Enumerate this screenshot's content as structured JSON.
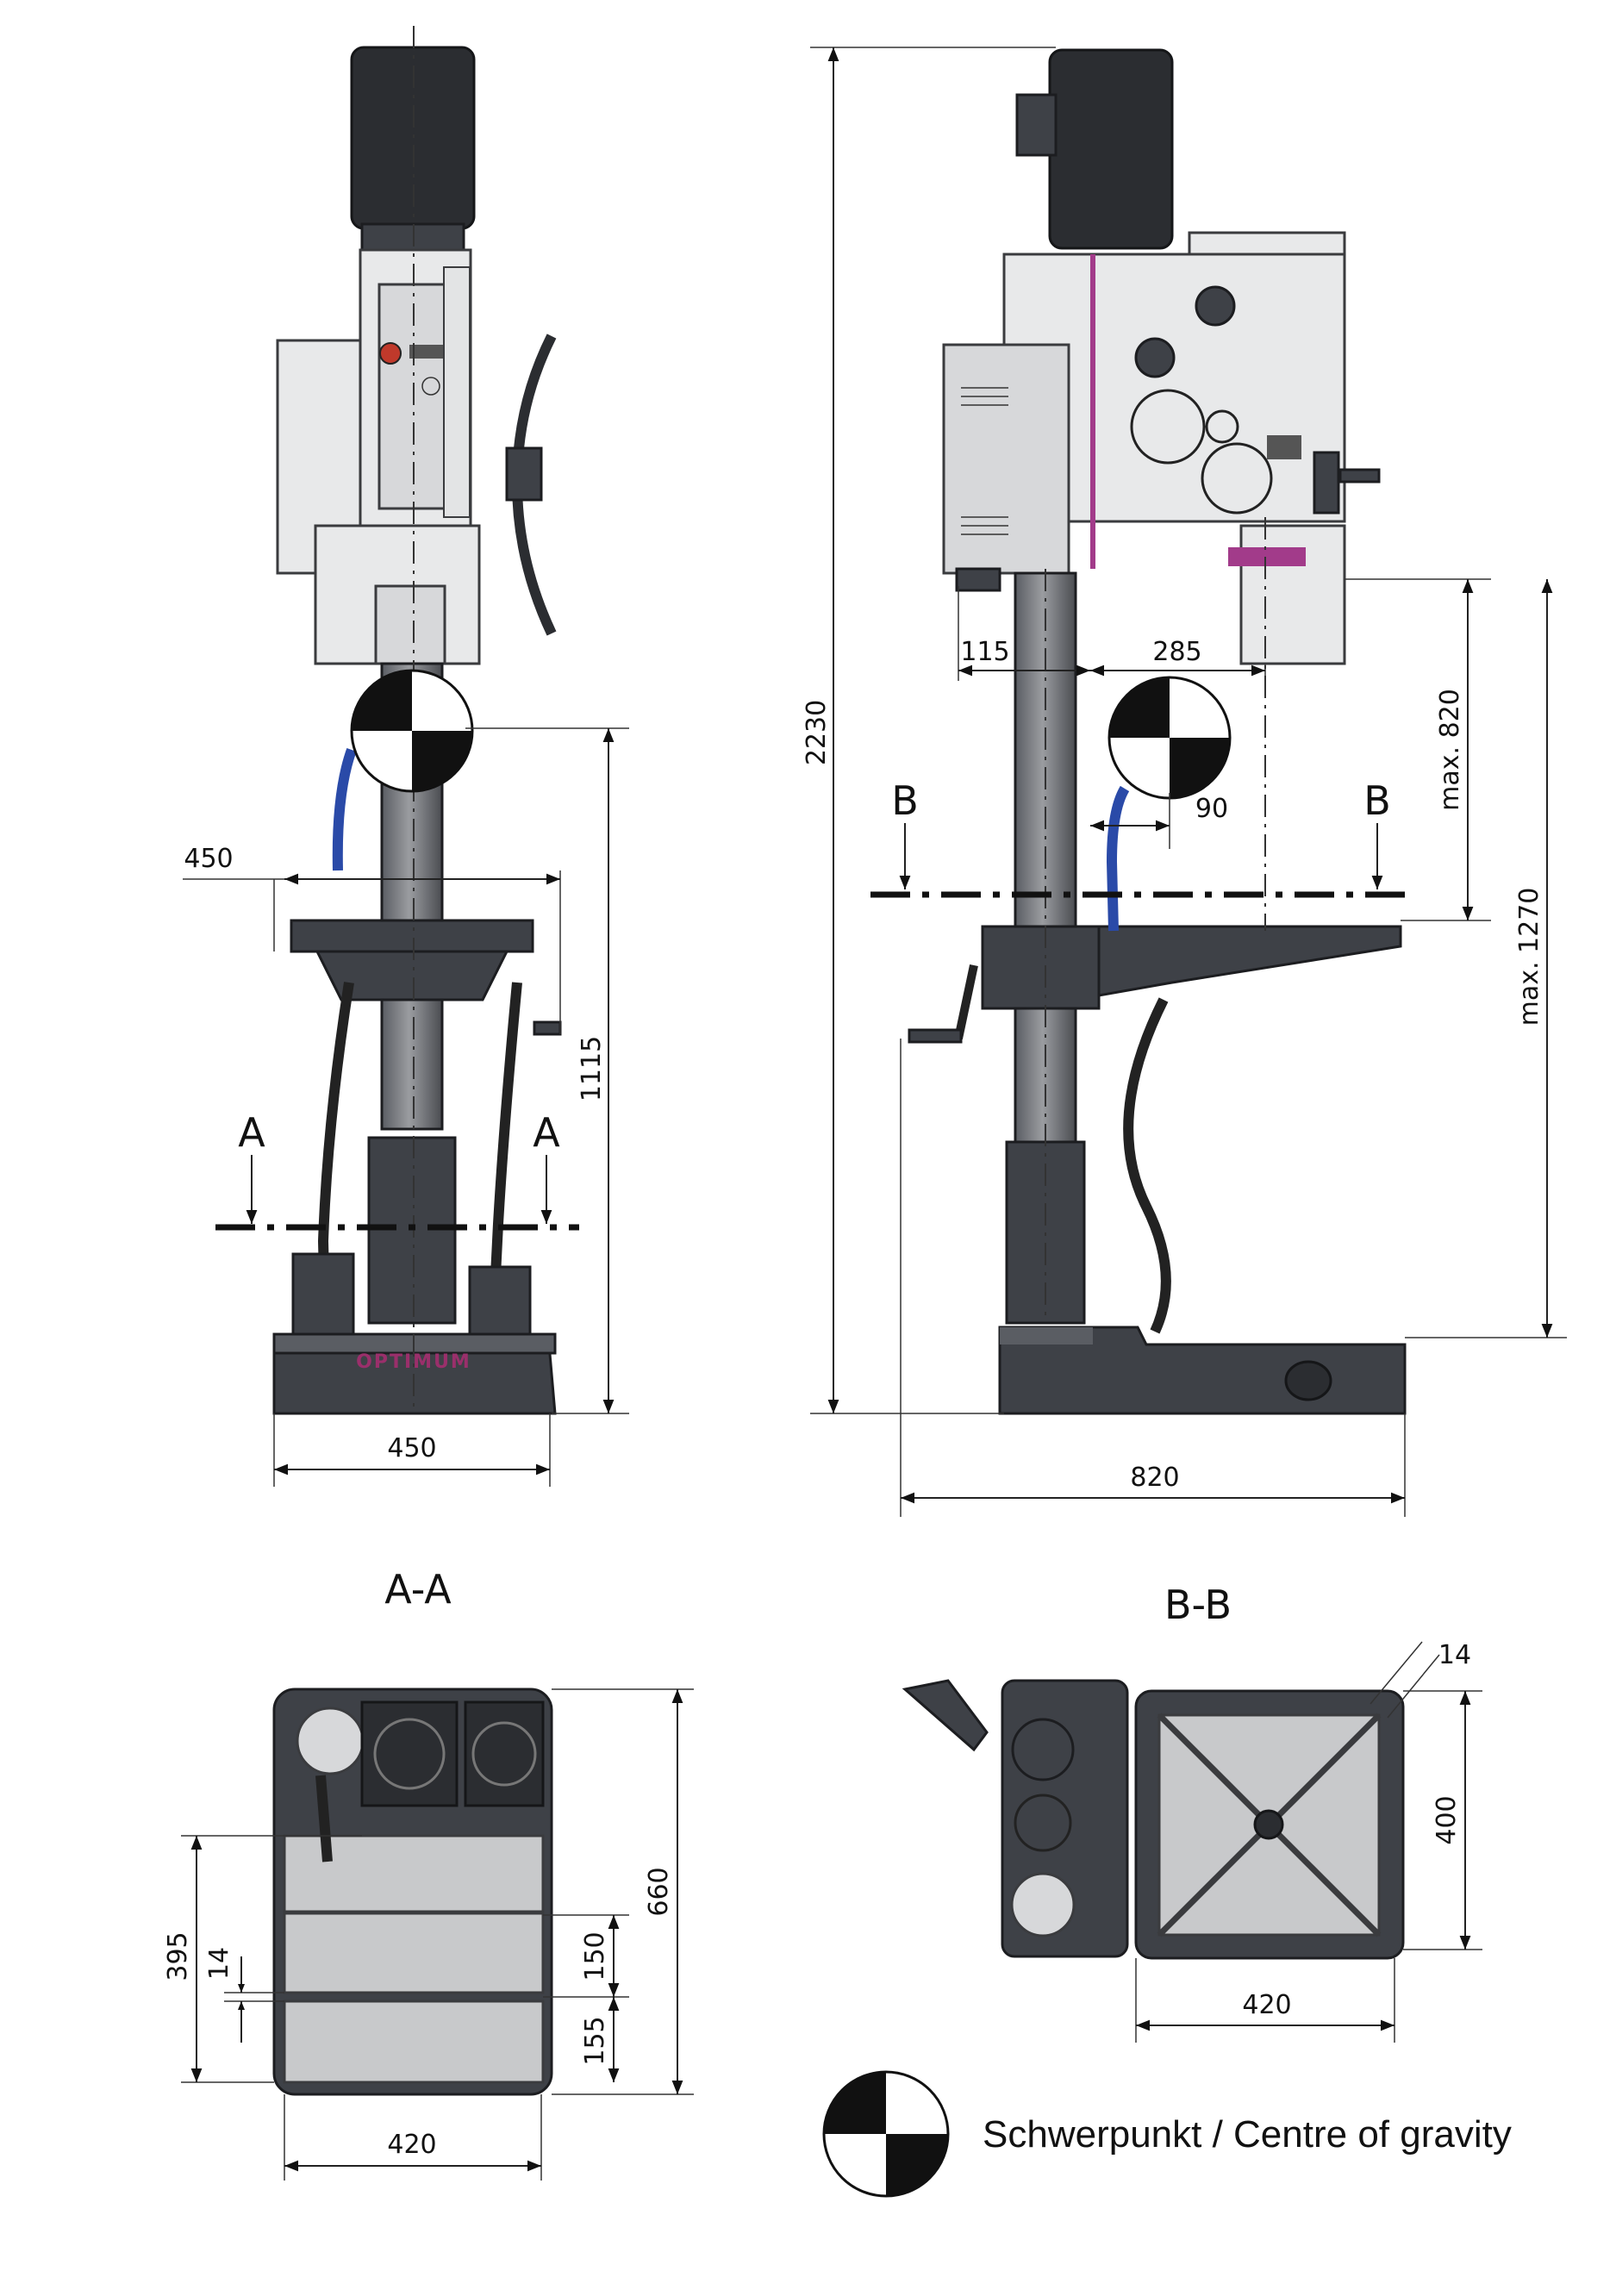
{
  "dimensions": {
    "front_top_width": "450",
    "front_base_width": "450",
    "front_height_cog": "1115",
    "side_total_height": "2230",
    "side_offset_left": "115",
    "side_offset_right": "285",
    "side_cog_offset": "90",
    "side_table_travel": "max. 820",
    "side_spindle_table": "max. 1270",
    "side_base_depth": "820",
    "aa_depth": "395",
    "aa_slot": "14",
    "aa_slot_spacing": "150",
    "aa_edge": "155",
    "aa_length": "660",
    "aa_width": "420",
    "bb_slot": "14",
    "bb_depth": "400",
    "bb_width": "420"
  },
  "sections": {
    "a_marker": "A",
    "b_marker": "B",
    "a_title": "A-A",
    "b_title": "B-B"
  },
  "brand": {
    "base_logo": "OPTIMUM"
  },
  "legend": {
    "label": "Schwerpunkt / Centre of gravity"
  },
  "colors": {
    "machine_dark": "#3e4147",
    "head_grey": "#d7d8da",
    "accent_magenta": "#a23b8a",
    "coolant_blue": "#2a4aa8"
  }
}
